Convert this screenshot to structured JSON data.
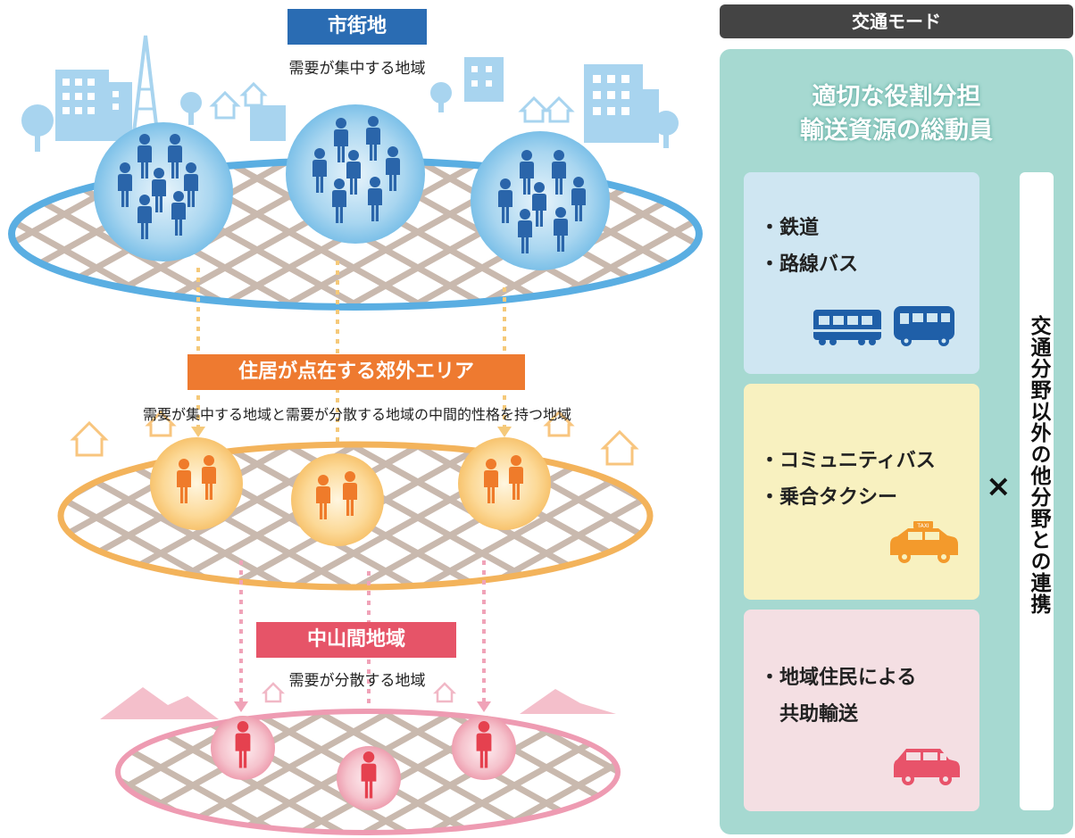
{
  "tiers": [
    {
      "badge": "市街地",
      "desc": "需要が集中する地域",
      "color": "#2a6cb3"
    },
    {
      "badge": "住居が点在する郊外エリア",
      "desc": "需要が集中する地域と需要が分散する地域の中間的性格を持つ地域",
      "color": "#ee7a30"
    },
    {
      "badge": "中山間地域",
      "desc": "需要が分散する地域",
      "color": "#e65468"
    }
  ],
  "transport_modes": {
    "header": "交通モード",
    "title_lines": [
      "適切な役割分担",
      "輸送資源の総動員"
    ],
    "groups": [
      {
        "items": [
          "鉄道",
          "路線バス"
        ],
        "color": "#cfe6f2",
        "icon_color": "#1f5fa8",
        "icons": [
          "train-icon",
          "bus-icon"
        ]
      },
      {
        "items": [
          "コミュニティバス",
          "乗合タクシー"
        ],
        "color": "#f8f1c0",
        "icon_color": "#f39a2c",
        "icons": [
          "taxi-icon"
        ],
        "taxi_sign": "TAXI"
      },
      {
        "items": [
          "地域住民による",
          "共助輸送"
        ],
        "color": "#f4dfe3",
        "icon_color": "#e8536a",
        "icons": [
          "car-icon"
        ]
      }
    ],
    "connector": "×",
    "collaboration": "交通分野以外の他分野との連携"
  }
}
